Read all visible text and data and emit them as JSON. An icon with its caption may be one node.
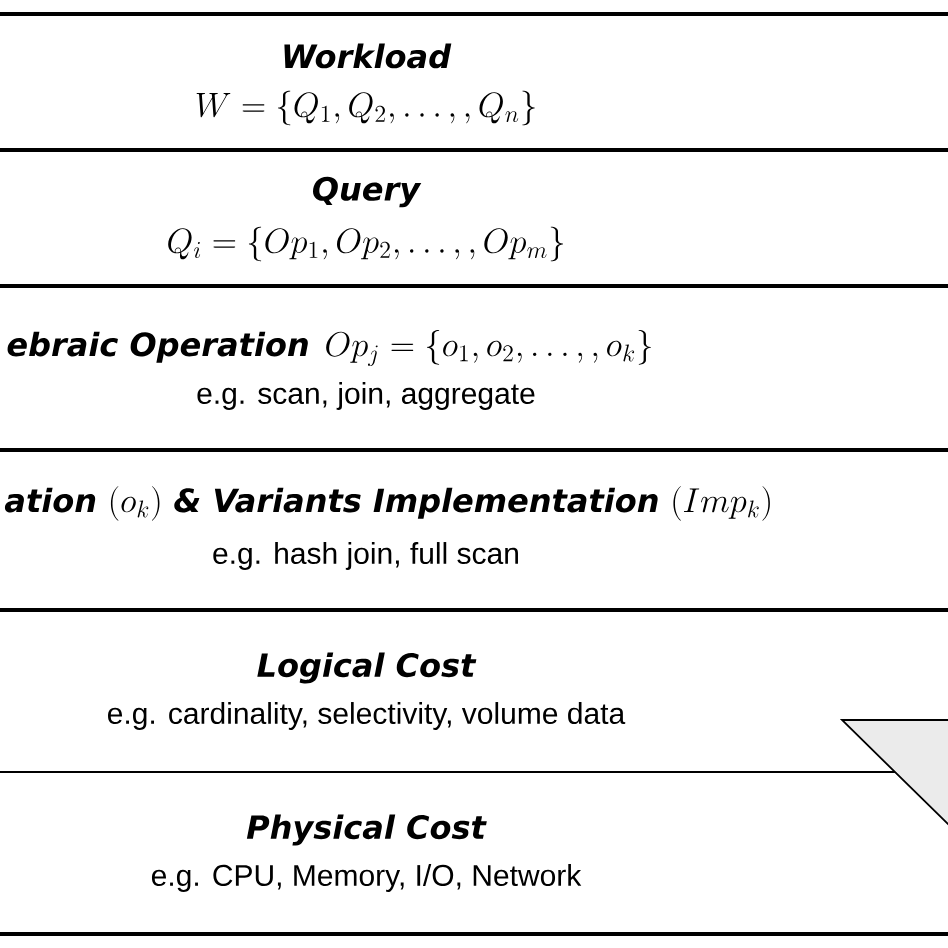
{
  "diagram": {
    "nodes": [
      {
        "text": [
          "Workload",
          "W = \\{Q_1, Q_2, \\dots, , Q_n\\}"
        ]
      },
      {
        "text": [
          "Query",
          "Q_i = \\{Op_1, Op_2, \\dots, , Op_m\\}"
        ]
      },
      {
        "text": [
          "ebraic Operation",
          "Op_j = \\{o_1, o_2, \\dots, , o_k\\}",
          "e.g. scan, join, aggregate"
        ]
      },
      {
        "text": [
          "ation",
          "(o_k)",
          "& Variants Implementation",
          "(Imp_k)",
          "e.g. hash join, full scan"
        ]
      },
      {
        "text": [
          "Logical Cost",
          "e.g. cardinality, selectivity, volume data"
        ]
      },
      {
        "text": [
          "Physical Cost",
          "e.g. CPU, Memory, I/O, Network"
        ]
      }
    ]
  }
}
